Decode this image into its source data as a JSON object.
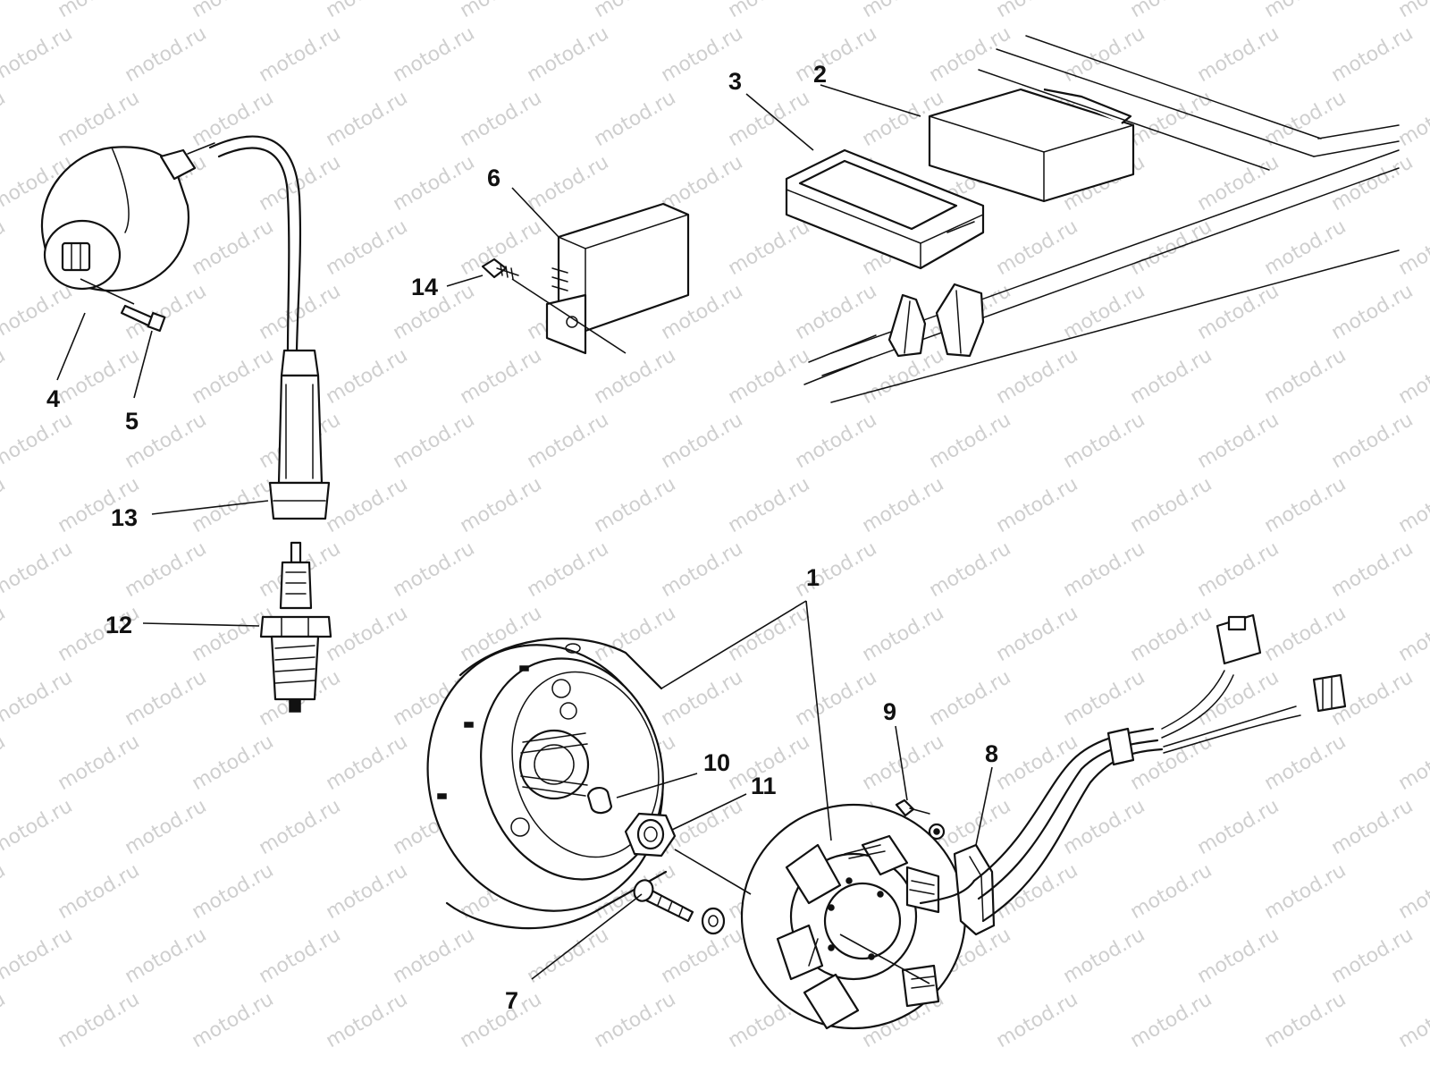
{
  "watermark": "motod.ru",
  "callouts": {
    "c1": "1",
    "c2": "2",
    "c3": "3",
    "c4": "4",
    "c5": "5",
    "c6": "6",
    "c7": "7",
    "c8": "8",
    "c9": "9",
    "c10": "10",
    "c11": "11",
    "c12": "12",
    "c13": "13",
    "c14": "14"
  },
  "colors": {
    "ink": "#111111",
    "watermark": "#cfcfcf",
    "background": "#ffffff"
  }
}
